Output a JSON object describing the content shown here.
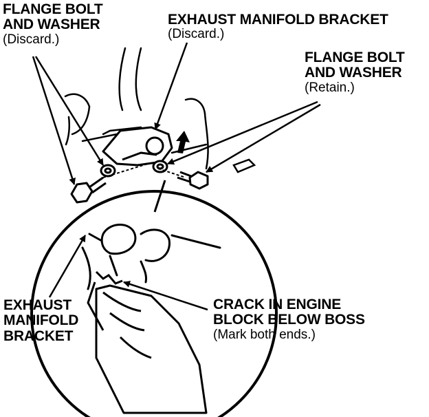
{
  "callouts": {
    "flange_bolt_discard": {
      "line1": "FLANGE BOLT",
      "line2": "AND WASHER",
      "note": "(Discard.)"
    },
    "exhaust_bracket_top": {
      "line1": "EXHAUST MANIFOLD BRACKET",
      "note": "(Discard.)"
    },
    "flange_bolt_retain": {
      "line1": "FLANGE BOLT",
      "line2": "AND WASHER",
      "note": "(Retain.)"
    },
    "exhaust_bracket_detail": {
      "line1": "EXHAUST",
      "line2": "MANIFOLD",
      "line3": "BRACKET"
    },
    "crack_detail": {
      "line1": "CRACK IN ENGINE",
      "line2": "BLOCK BELOW BOSS",
      "note": "(Mark both ends.)"
    }
  },
  "colors": {
    "ink": "#000000",
    "paper": "#ffffff"
  }
}
